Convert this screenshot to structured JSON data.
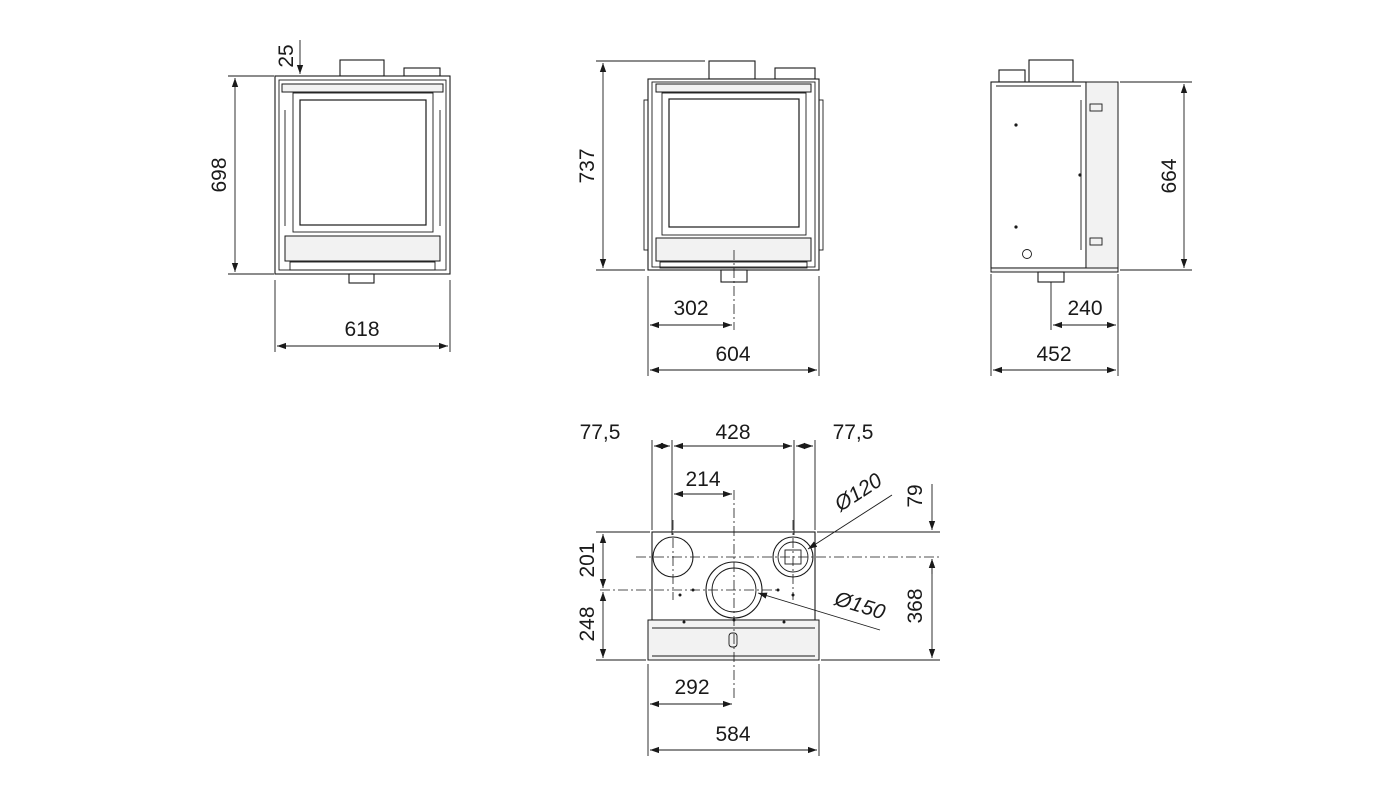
{
  "views": {
    "front": {
      "height": "698",
      "top_offset": "25",
      "width": "618"
    },
    "front_with_frame": {
      "height": "737",
      "flue_offset": "302",
      "width": "604"
    },
    "side": {
      "height": "664",
      "flue_offset": "240",
      "depth": "452"
    },
    "top": {
      "left_margin": "77,5",
      "center_span": "428",
      "right_margin": "77,5",
      "half_span": "214",
      "small_pipe_diameter": "Ø120",
      "small_pipe_offset": "79",
      "large_pipe_diameter": "Ø150",
      "upper_depth": "201",
      "lower_depth": "248",
      "total_depth": "368",
      "flue_position": "292",
      "width": "584"
    }
  },
  "colors": {
    "line": "#1a1a1a",
    "background": "#ffffff",
    "panel": "#f2f2f2"
  }
}
